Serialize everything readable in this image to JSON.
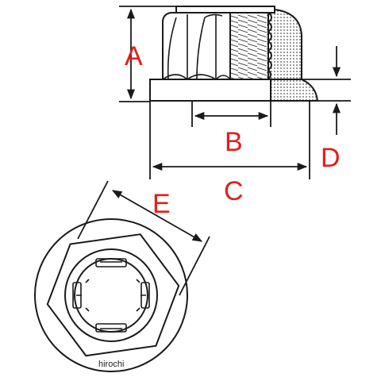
{
  "labels": {
    "a": "A",
    "b": "B",
    "c": "C",
    "d": "D",
    "e": "E"
  },
  "watermark": "hirochi",
  "colors": {
    "line": "#1a1a1a",
    "label": "#e0201c",
    "fill": "#ffffff",
    "hatch": "#555555"
  }
}
